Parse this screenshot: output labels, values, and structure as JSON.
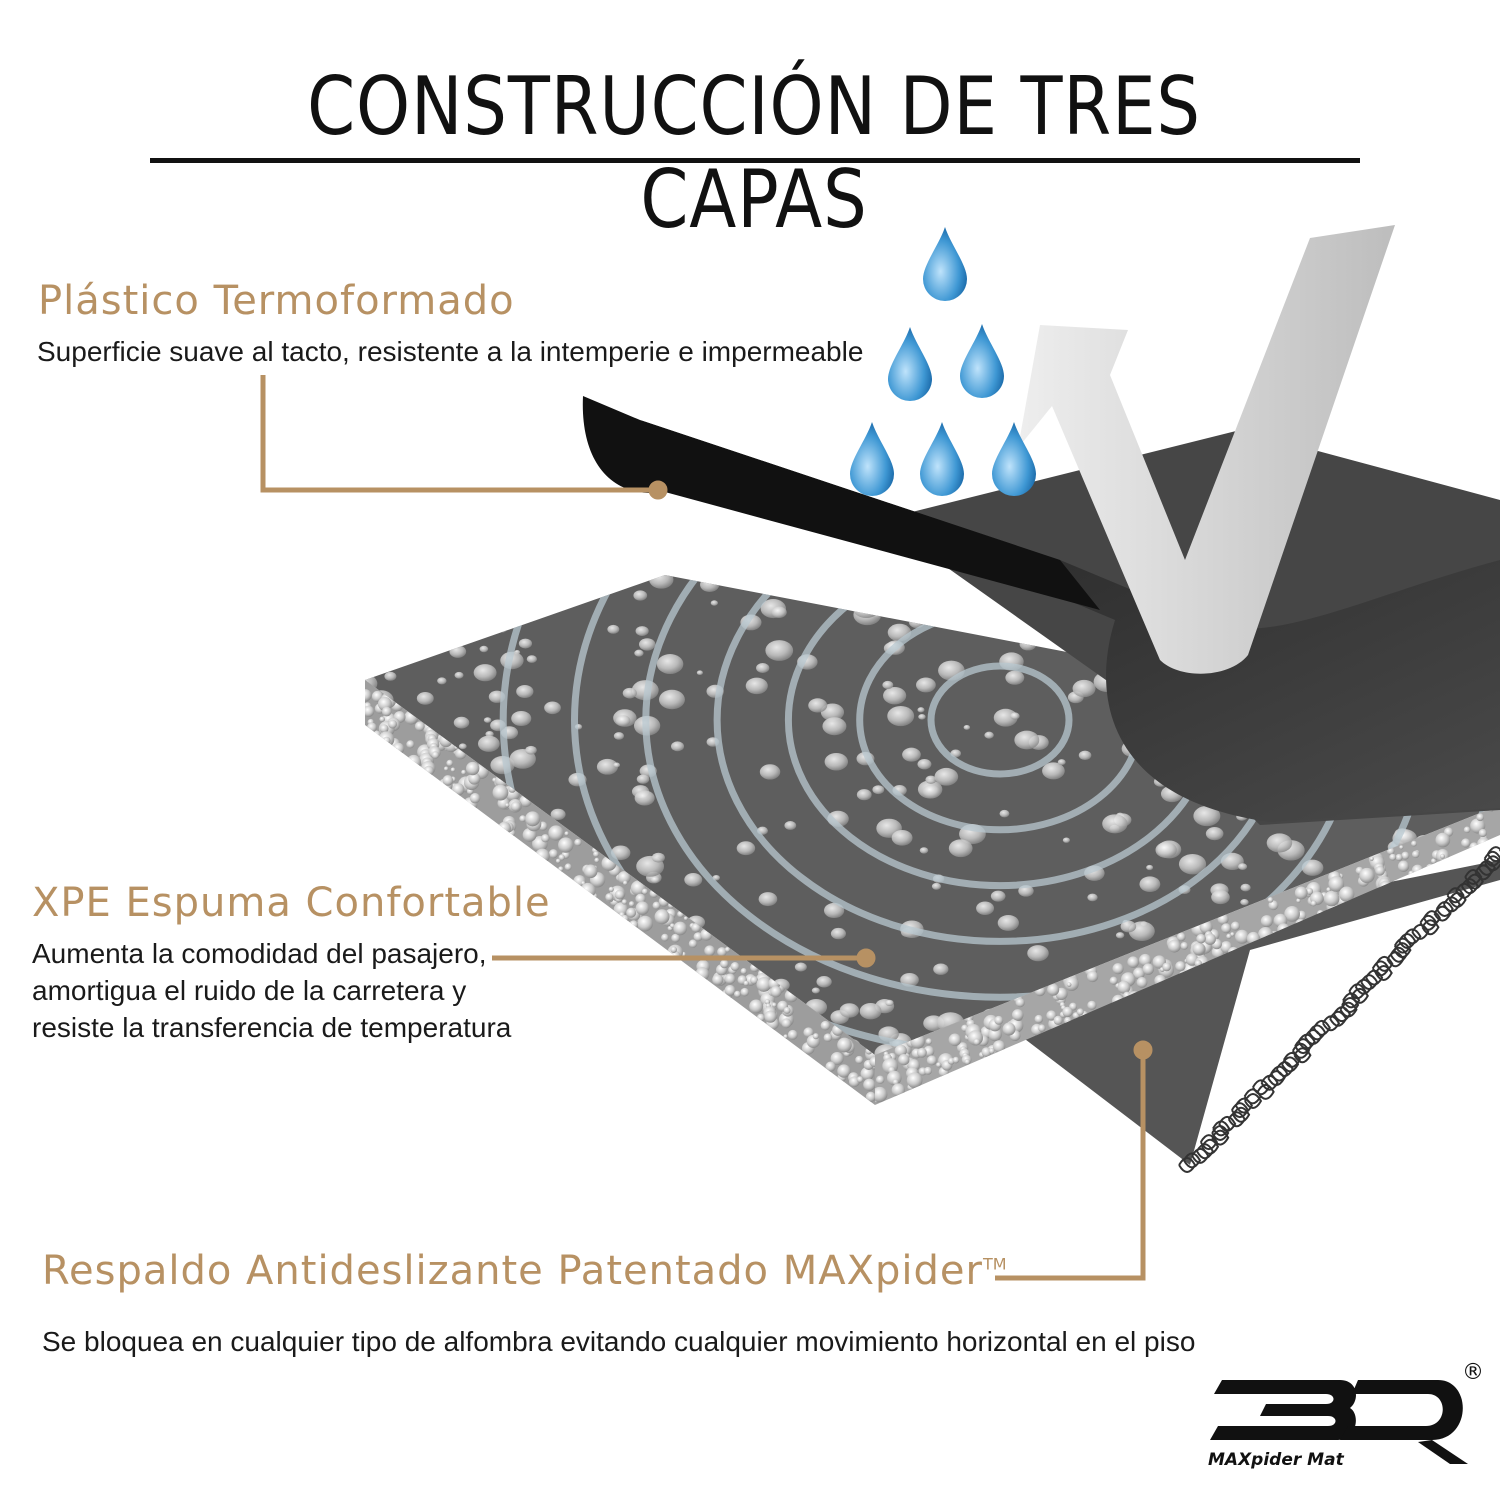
{
  "title": "CONSTRUCCIÓN DE TRES CAPAS",
  "layers": [
    {
      "heading": "Plástico Termoformado",
      "lines": [
        "Superficie suave al tacto, resistente a la intemperie e impermeable"
      ]
    },
    {
      "heading": "XPE Espuma Confortable",
      "lines": [
        "Aumenta la comodidad del pasajero,",
        "amortigua el ruido de la carretera y",
        "resiste la transferencia de temperatura"
      ]
    },
    {
      "heading": "Respaldo Antideslizante Patentado MAXpider",
      "trademark": "TM",
      "lines": [
        "Se bloquea en cualquier tipo de alfombra evitando cualquier movimiento horizontal en el piso"
      ]
    }
  ],
  "logo": {
    "mark": "3D",
    "sub": "MAXpider  Mat",
    "registered": "®"
  },
  "colors": {
    "accent": "#b79163",
    "top_layer": "#2c2c2c",
    "foam": "#5e5e5e",
    "backing": "#555555",
    "water_drop": "#3f98d4",
    "arrow": "#d0d0d0"
  },
  "icons": [
    "water-drop-icon",
    "check-arrow-icon"
  ]
}
